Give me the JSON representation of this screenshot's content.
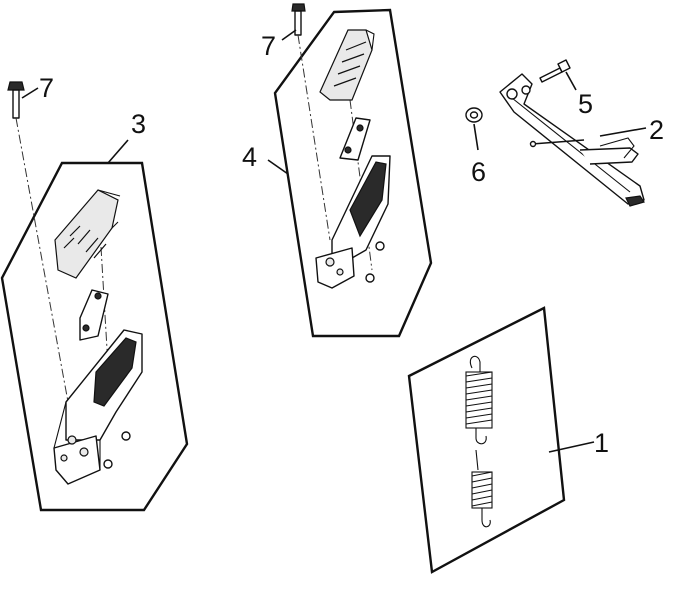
{
  "labels": {
    "one": "1",
    "two": "2",
    "three": "3",
    "four": "4",
    "five": "5",
    "six": "6",
    "seven_left": "7",
    "seven_center": "7"
  }
}
